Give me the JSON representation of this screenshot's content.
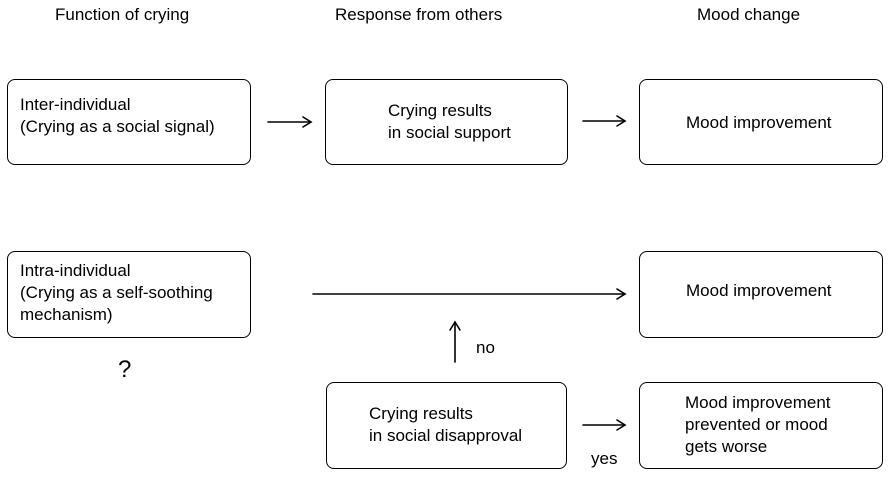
{
  "headers": {
    "function": "Function of crying",
    "response": "Response from others",
    "mood": "Mood change"
  },
  "row1": {
    "left": [
      "Inter-individual",
      "(Crying as a social signal)"
    ],
    "middle": [
      "Crying results",
      "in social support"
    ],
    "right": [
      "Mood improvement"
    ]
  },
  "row2": {
    "left": [
      "Intra-individual",
      "(Crying as a self-soothing",
      "mechanism)"
    ],
    "question": "?",
    "right_top": [
      "Mood improvement"
    ],
    "middle_bottom": [
      "Crying results",
      "in social disapproval"
    ],
    "right_bottom": [
      "Mood improvement",
      "prevented or mood",
      "gets worse"
    ],
    "label_no": "no",
    "label_yes": "yes"
  }
}
